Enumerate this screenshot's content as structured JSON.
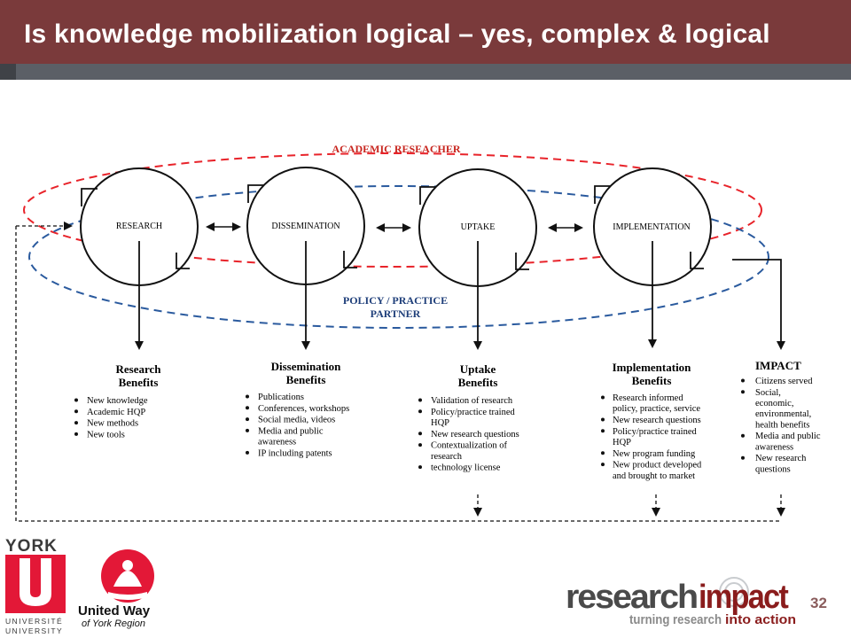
{
  "slide": {
    "title": "Is knowledge mobilization logical – yes, complex & logical",
    "number": "32"
  },
  "diagram": {
    "academic_label": "ACADEMIC RESEACHER",
    "policy_label_line1": "POLICY / PRACTICE",
    "policy_label_line2": "PARTNER",
    "stages": [
      "RESEARCH",
      "DISSEMINATION",
      "UPTAKE",
      "IMPLEMENTATION"
    ],
    "columns": [
      {
        "title": [
          "Research",
          "Benefits"
        ],
        "items": [
          [
            "New knowledge"
          ],
          [
            "Academic HQP"
          ],
          [
            "New methods"
          ],
          [
            "New tools"
          ]
        ]
      },
      {
        "title": [
          "Dissemination",
          "Benefits"
        ],
        "items": [
          [
            "Publications"
          ],
          [
            "Conferences, workshops"
          ],
          [
            "Social media, videos"
          ],
          [
            "Media and public",
            "awareness"
          ],
          [
            "IP including patents"
          ]
        ]
      },
      {
        "title": [
          "Uptake",
          "Benefits"
        ],
        "items": [
          [
            "Validation of research"
          ],
          [
            "Policy/practice trained",
            "HQP"
          ],
          [
            "New research questions"
          ],
          [
            "Contextualization of",
            "research"
          ],
          [
            "technology license"
          ]
        ]
      },
      {
        "title": [
          "Implementation",
          "Benefits"
        ],
        "items": [
          [
            "Research informed",
            "policy, practice, service"
          ],
          [
            "New research questions"
          ],
          [
            "Policy/practice trained",
            "HQP"
          ],
          [
            "New program funding"
          ],
          [
            "New product developed",
            "and brought to market"
          ]
        ]
      },
      {
        "title": [
          "IMPACT"
        ],
        "items": [
          [
            "Citizens served"
          ],
          [
            "Social,",
            "economic,",
            "environmental,",
            "health benefits"
          ],
          [
            "Media and public",
            "awareness"
          ],
          [
            "New research",
            "questions"
          ]
        ]
      }
    ]
  },
  "logos": {
    "york_top": "YORK",
    "york_mid": "U",
    "york_university": "UNIVERSITÉ",
    "york_university2": "UNIVERSITY",
    "unitedway_line1": "United Way",
    "unitedway_line2": "of York Region",
    "ri_main_1": "research",
    "ri_main_2": "impact",
    "ri_tagline_1": "turning research",
    "ri_tagline_2": "into action"
  },
  "colors": {
    "header": "#7a3a3b",
    "academic_dash": "#e8232a",
    "policy_dash": "#2a5a9e",
    "academic_text": "#c8261f",
    "policy_text": "#1f3f7a"
  }
}
